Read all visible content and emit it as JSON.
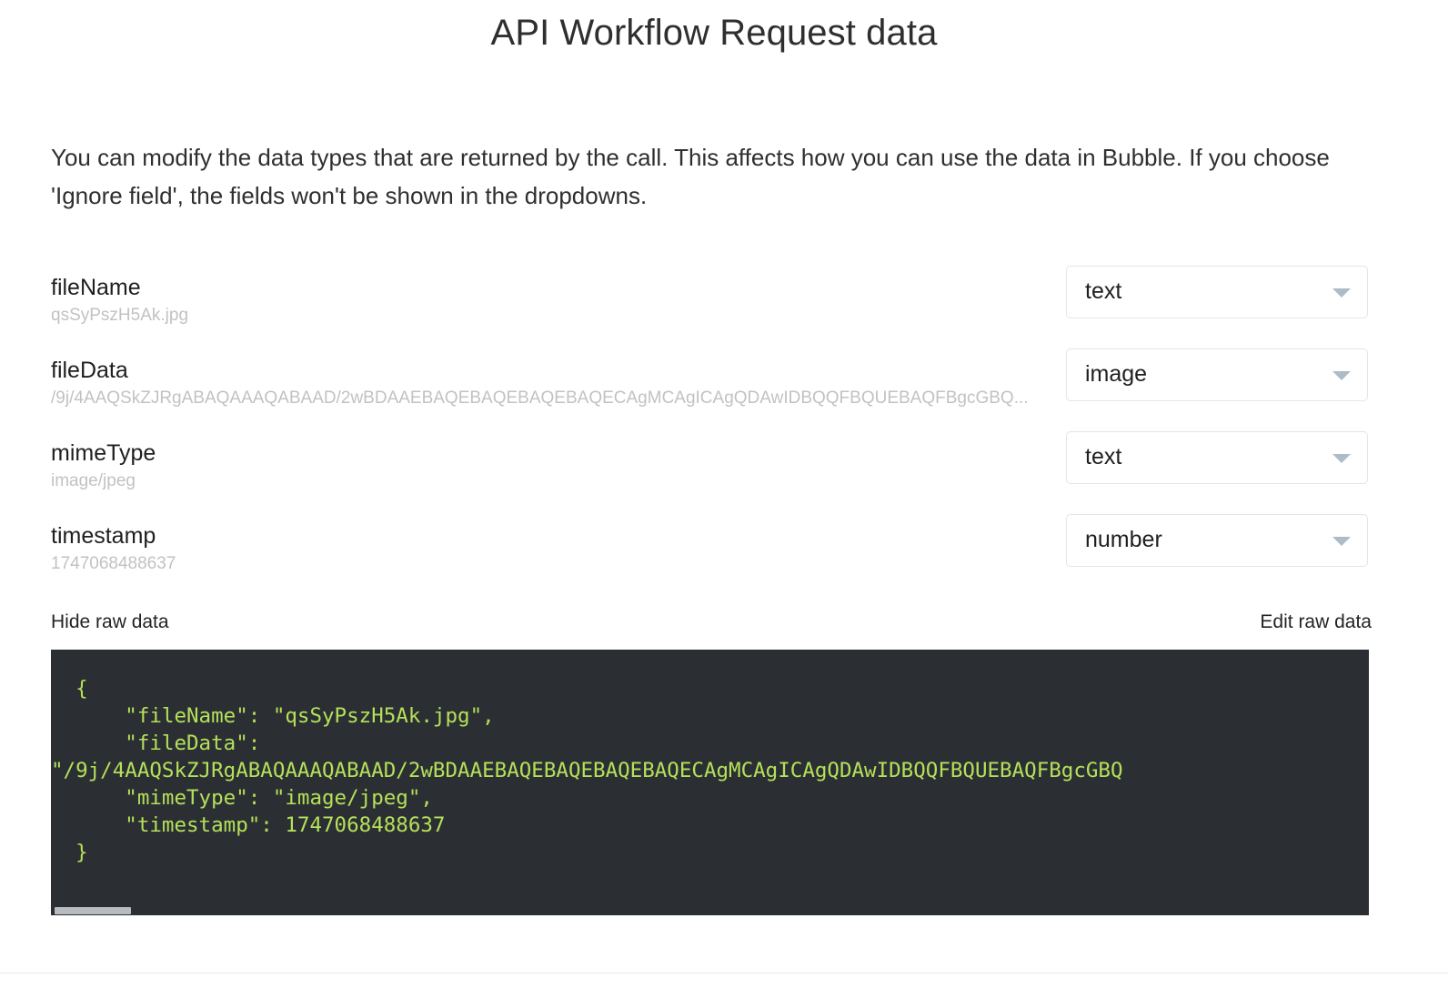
{
  "header": {
    "title": "API Workflow Request data"
  },
  "description": "You can modify the data types that are returned by the call. This affects how you can use the data in Bubble. If you choose 'Ignore field', the fields won't be shown in the dropdowns.",
  "fields": [
    {
      "name": "fileName",
      "preview": "qsSyPszH5Ak.jpg",
      "type": "text"
    },
    {
      "name": "fileData",
      "preview": "/9j/4AAQSkZJRgABAQAAAQABAAD/2wBDAAEBAQEBAQEBAQEBAQECAgMCAgICAgQDAwIDBQQFBQUEBAQFBgcGBQ...",
      "type": "image"
    },
    {
      "name": "mimeType",
      "preview": "image/jpeg",
      "type": "text"
    },
    {
      "name": "timestamp",
      "preview": "1747068488637",
      "type": "number"
    }
  ],
  "raw_data": {
    "hide_label": "Hide raw data",
    "edit_label": "Edit raw data",
    "code": "  {\n      \"fileName\": \"qsSyPszH5Ak.jpg\",\n      \"fileData\":\n\"/9j/4AAQSkZJRgABAQAAAQABAAD/2wBDAAEBAQEBAQEBAQEBAQECAgMCAgICAgQDAwIDBQQFBQUEBAQFBgcGBQ\n      \"mimeType\": \"image/jpeg\",\n      \"timestamp\": 1747068488637\n  }"
  },
  "colors": {
    "code_background": "#2b2f33",
    "code_text": "#b5e05a",
    "caret": "#adbcc6",
    "preview_text": "#c2c2c2"
  }
}
